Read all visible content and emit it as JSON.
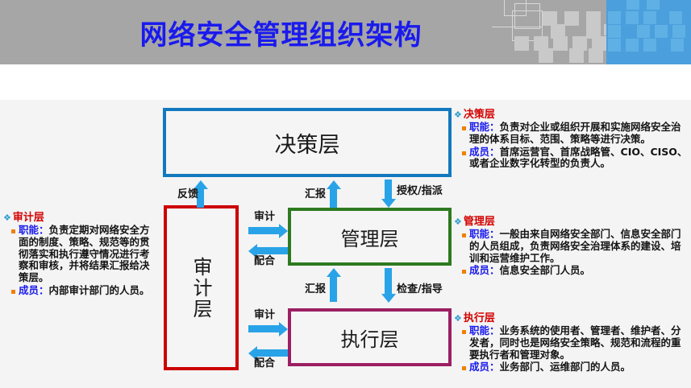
{
  "header": {
    "title": "网络安全管理组织架构",
    "bg_color": "#a6a6a6",
    "title_color": "#1a1aee",
    "accent_color": "#4a9fdc"
  },
  "diagram": {
    "boxes": [
      {
        "id": "decision",
        "label": "决策层",
        "border_color": "#1279be"
      },
      {
        "id": "management",
        "label": "管理层",
        "border_color": "#2d7a1f"
      },
      {
        "id": "execution",
        "label": "执行层",
        "border_color": "#9c1f63"
      },
      {
        "id": "audit",
        "label": "审计层",
        "border_color": "#cc0000"
      }
    ],
    "arrow_color": "#29a3e8",
    "arrows": [
      {
        "id": "audit-to-decision-feedback",
        "label": "反馈",
        "direction": "up"
      },
      {
        "id": "management-to-decision-report",
        "label": "汇报",
        "direction": "up"
      },
      {
        "id": "decision-to-management-authorize",
        "label": "授权/指派",
        "direction": "down"
      },
      {
        "id": "audit-to-management-audit",
        "label": "审计",
        "direction": "right"
      },
      {
        "id": "management-to-audit-cooperate",
        "label": "配合",
        "direction": "left"
      },
      {
        "id": "execution-to-management-report",
        "label": "汇报",
        "direction": "up"
      },
      {
        "id": "management-to-execution-inspect",
        "label": "检查/指导",
        "direction": "down"
      },
      {
        "id": "audit-to-execution-audit",
        "label": "审计",
        "direction": "right"
      },
      {
        "id": "execution-to-audit-cooperate",
        "label": "配合",
        "direction": "left"
      }
    ]
  },
  "info": {
    "decision": {
      "heading": "决策层",
      "items": [
        {
          "key": "职能：",
          "value": "负责对企业或组织开展和实施网络安全治理的体系目标、范围、策略等进行决策。"
        },
        {
          "key": "成员：",
          "value": "首席运营官、首席战略管、CIO、CISO、或者企业数字化转型的负责人。"
        }
      ]
    },
    "management": {
      "heading": "管理层",
      "items": [
        {
          "key": "职能：",
          "value": "一般由来自网络安全部门、信息安全部门的人员组成，负责网络安全治理体系的建设、培训和运营维护工作。"
        },
        {
          "key": "成员：",
          "value": "信息安全部门人员。"
        }
      ]
    },
    "execution": {
      "heading": "执行层",
      "items": [
        {
          "key": "职能：",
          "value": "业务系统的使用者、管理者、维护者、分发者，同时也是网络安全策略、规范和流程的重要执行者和管理对象。"
        },
        {
          "key": "成员：",
          "value": "业务部门、运维部门的人员。"
        }
      ]
    },
    "audit": {
      "heading": "审计层",
      "items": [
        {
          "key": "职能：",
          "value": "负责定期对网络安全方面的制度、策略、规范等的贯彻落实和执行遵守情况进行考察和审核，并将结果汇报给决策层。"
        },
        {
          "key": "成员：",
          "value": "内部审计部门的人员。"
        }
      ]
    }
  }
}
